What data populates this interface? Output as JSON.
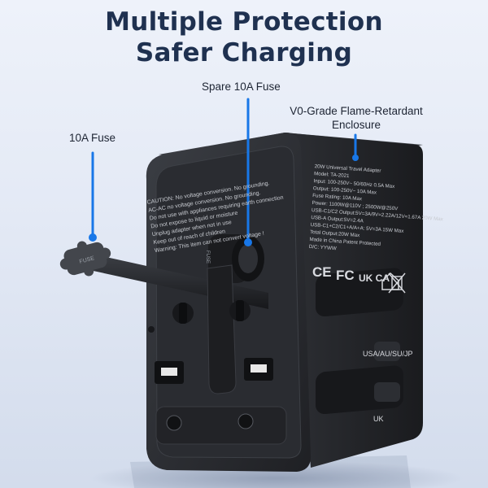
{
  "headline": {
    "line1": "Multiple Protection",
    "line2": "Safer Charging"
  },
  "callouts": {
    "fuse": "10A Fuse",
    "spare_fuse": "Spare 10A Fuse",
    "enclosure_line1": "V0-Grade Flame-Retardant",
    "enclosure_line2": "Enclosure"
  },
  "device": {
    "face_caution": [
      "CAUTION: No voltage conversion. No grounding.",
      "AC-AC no voltage conversion. No grounding.",
      "Do not use with appliances requiring earth connection",
      "Do not expose to liquid or moisture",
      "Unplug adapter when not in use",
      "Keep out of reach of children",
      "Warning: This item can not convert voltage !"
    ],
    "fuse_cap_text": "FUSE",
    "spare_cap_text": "FUSE",
    "side_specs": [
      "20W Universal Travel Adapter",
      "Model: TA-2021",
      "Input: 100-250V~ 50/60Hz 0.5A Max",
      "Output: 100-250V~ 10A Max",
      "Fuse Rating: 10A Max",
      "Power: 1100W@110V ; 2500W@250V",
      "USB-C1/C2 Output:5V=3A/9V=2.22A/12V=1.67A 20W Max",
      "USB-A Output:5V=2.4A",
      "USB-C1+C2/C1+A/A+A: 5V=3A 15W Max",
      "Total Output:20W Max",
      "Made in China  Patent Protected",
      "D/C: YYWW"
    ],
    "cert_marks": [
      "CE",
      "FC",
      "UK CA"
    ],
    "slider_labels": {
      "top": "USA/AU/SU/JP",
      "bottom": "UK"
    }
  },
  "colors": {
    "headline": "#1f3150",
    "callout_line": "#1877e8",
    "background": "#e3e9f5",
    "device_body": "#2a2c30"
  }
}
